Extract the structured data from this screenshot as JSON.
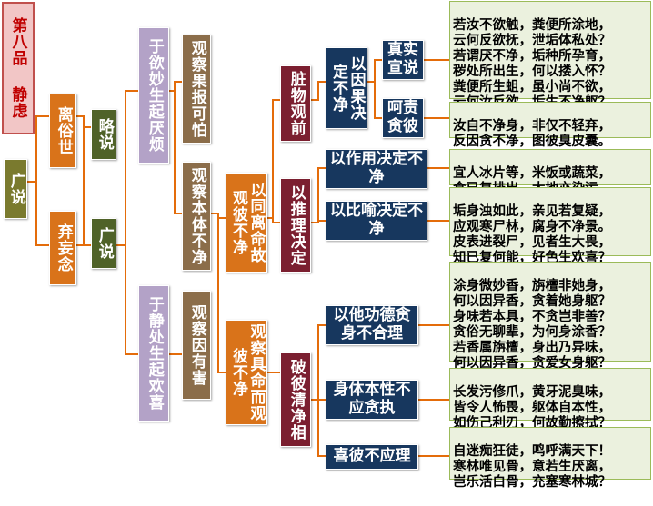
{
  "title": {
    "line1": "第八品",
    "line2": "静虑"
  },
  "colors": {
    "olive": "#7a7a2e",
    "orange": "#d9731a",
    "green": "#4f6228",
    "lavender": "#b3a2c7",
    "brown": "#8b6d4a",
    "navy": "#17375e",
    "maroon": "#7b1f30",
    "connector": "#e46c0a",
    "verse_bg": "#ebf1de"
  },
  "nodes": {
    "guangshuo_root": "广说",
    "lisushi": "离俗世",
    "qiwangnian": "弃妄念",
    "lueshuo": "略说",
    "guangshuo_sub": "广说",
    "yuyu": "于欲妙生起厌烦",
    "yujing": "于静处生起欢喜",
    "guancha_guobao": "观察果报可怕",
    "guancha_benti": "观察本体不净",
    "guancha_yin": "观察因有害",
    "yitong": "以同离命故观彼不净",
    "guancha_ju": "观察具命而观彼不净",
    "zangwu": "脏物观前",
    "yituili": "以推理决定",
    "poqing": "破彼清净相",
    "yiyinguo": "以因果决定不净",
    "yizuoyong": "以作用决定不净",
    "yibiyu": "以比喻决定不净",
    "yita": "以他功德贪身不合理",
    "shenti": "身体本性不应贪执",
    "xibi": "喜彼不应理",
    "zhenshi": "真实宣说",
    "heze": "呵责贪彼"
  },
  "verses": [
    {
      "lines": [
        "若汝不欲触，粪便所涂地，",
        "云何反欲抚，泄垢体私处？",
        "若谓厌不净，垢种所孕育，",
        "秽处所出生，何以搂入怀？",
        "粪便所生蛆，虽小尚不欲，",
        "云何汝反欲，垢生不净躯？"
      ]
    },
    {
      "lines": [
        "汝自不净身，非仅不轻弃，",
        "反因贪不净，图彼臭皮囊。"
      ]
    },
    {
      "lines": [
        "宜人冰片等，米饭或蔬菜，",
        "食已复排出，大地亦染污。"
      ]
    },
    {
      "lines": [
        "垢身浊如此，亲见若复疑，",
        "应观寒尸林，腐身不净景。",
        "皮表进裂尸，见者生大畏，",
        "知已复何能，好色生欢喜？"
      ]
    },
    {
      "lines": [
        "涂身微妙香，旃檀非她身，",
        "何以因异香，贪着她身躯？",
        "身味若本具，不贪岂非善？",
        "贪俗无聊辈，为何身涂香？",
        "若香属旃檀，身出乃异味，",
        "何以因异香，贪爱女身躯？"
      ]
    },
    {
      "lines": [
        "长发污修爪，黄牙泥臭味，",
        "皆令人怖畏，躯体自本性，",
        "如伤己利刃，何故勤擦拭？"
      ]
    },
    {
      "lines": [
        "自迷痴狂徒，鸣呼满天下！",
        "寒林唯见骨，意若生厌离，",
        "岂乐活白骨，充塞寒林城？"
      ]
    }
  ]
}
